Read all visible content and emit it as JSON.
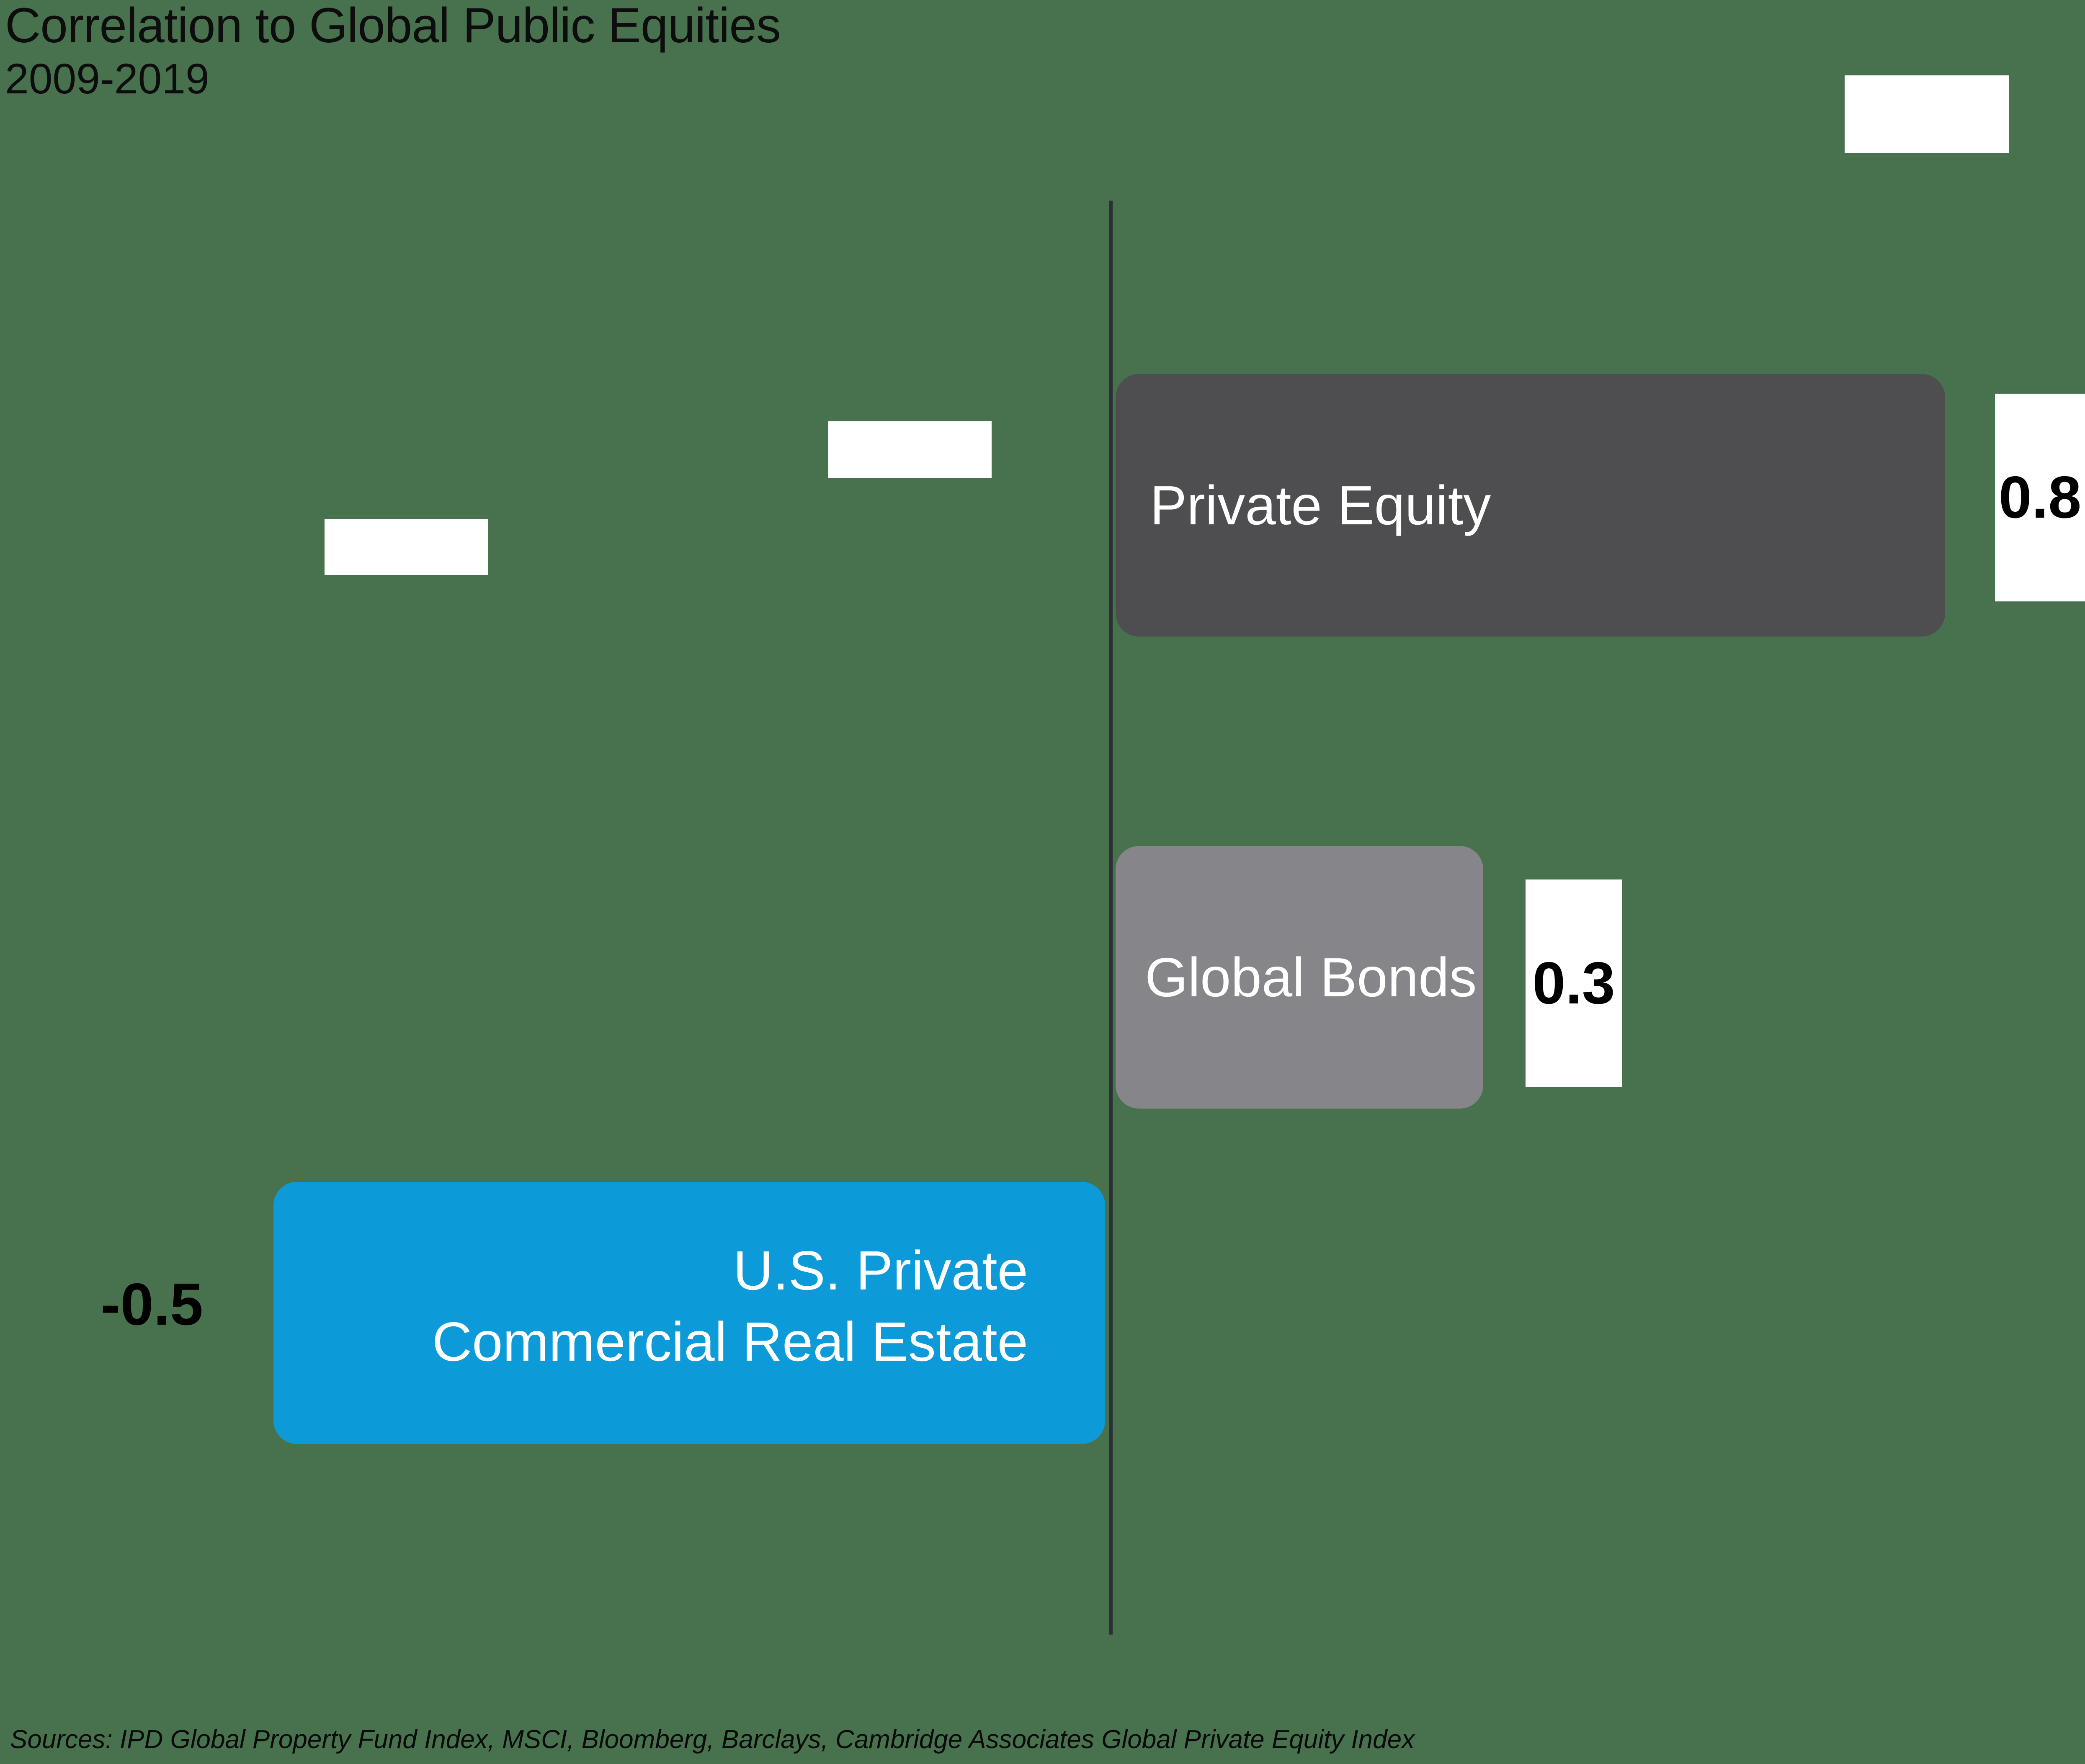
{
  "header": {
    "title": "Correlation to Global Public Equities",
    "subtitle": "2009-2019"
  },
  "chart_data": {
    "type": "bar",
    "orientation": "horizontal",
    "title": "Correlation to Global Public Equities",
    "subtitle": "2009-2019",
    "categories": [
      "Private Equity",
      "Global Bonds",
      "U.S. Private Commercial Real Estate"
    ],
    "values": [
      0.8,
      0.3,
      -0.5
    ],
    "value_labels": [
      "0.8",
      "0.3",
      "-0.5"
    ],
    "xlabel": "",
    "ylabel": "",
    "axis": {
      "zero_line_shown": true,
      "ticks_shown": false
    },
    "grid": false,
    "legend_position": "none",
    "bars_drawn_to_scale": false,
    "colors": {
      "background": "#48724e",
      "zero_line": "#2b3034",
      "private_equity_bar": "#4e4e50",
      "global_bonds_bar": "#86868a",
      "us_private_cre_bar": "#0d9ad8",
      "bar_text": "#ffffff",
      "value_text": "#000000",
      "value_box": "#ffffff"
    }
  },
  "bars": {
    "private_equity": {
      "label": "Private Equity",
      "value_label": "0.8"
    },
    "global_bonds": {
      "label": "Global Bonds",
      "value_label": "0.3"
    },
    "us_cre": {
      "label_line1": "U.S. Private",
      "label_line2": "Commercial Real Estate",
      "value_label": "-0.5"
    }
  },
  "footer": {
    "sources": "Sources: IPD Global Property Fund Index, MSCI, Bloomberg, Barclays, Cambridge Associates Global Private Equity Index"
  }
}
